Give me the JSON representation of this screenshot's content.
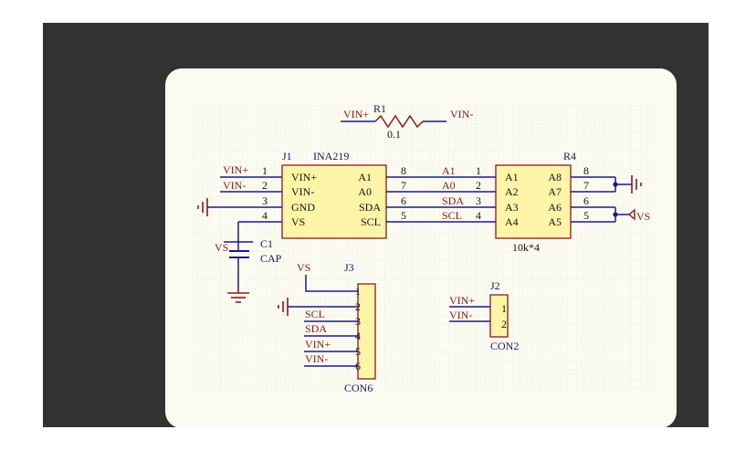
{
  "colors": {
    "frame": "#323232",
    "sheet": "#fcfbf2",
    "wire": "#1a1a8c",
    "chip": "#fff5a8",
    "net_label": "#8b1a1a",
    "power": "#8b1a1a"
  },
  "r1": {
    "ref": "R1",
    "value": "0.1",
    "left_net": "VIN+",
    "right_net": "VIN-"
  },
  "j1": {
    "ref": "J1",
    "value": "INA219",
    "left_pins": [
      {
        "num": "1",
        "name": "VIN+",
        "net": "VIN+"
      },
      {
        "num": "2",
        "name": "VIN-",
        "net": "VIN-"
      },
      {
        "num": "3",
        "name": "GND",
        "net": ""
      },
      {
        "num": "4",
        "name": "VS",
        "net": ""
      }
    ],
    "right_pins": [
      {
        "num": "8",
        "name": "A1",
        "net": "A1"
      },
      {
        "num": "7",
        "name": "A0",
        "net": "A0"
      },
      {
        "num": "6",
        "name": "SDA",
        "net": "SDA"
      },
      {
        "num": "5",
        "name": "SCL",
        "net": "SCL"
      }
    ]
  },
  "r4": {
    "ref": "R4",
    "value": "10k*4",
    "left_pins": [
      {
        "num": "1",
        "name": "A1"
      },
      {
        "num": "2",
        "name": "A2"
      },
      {
        "num": "3",
        "name": "A3"
      },
      {
        "num": "4",
        "name": "A4"
      }
    ],
    "right_pins": [
      {
        "num": "8",
        "name": "A8"
      },
      {
        "num": "7",
        "name": "A7"
      },
      {
        "num": "6",
        "name": "A6"
      },
      {
        "num": "5",
        "name": "A5"
      }
    ],
    "vs_net": "VS"
  },
  "c1": {
    "ref": "C1",
    "value": "CAP",
    "net": "VS"
  },
  "j3": {
    "ref": "J3",
    "value": "CON6",
    "pins": [
      {
        "num": "1",
        "net": "VS"
      },
      {
        "num": "2",
        "net": ""
      },
      {
        "num": "3",
        "net": "SCL"
      },
      {
        "num": "4",
        "net": "SDA"
      },
      {
        "num": "5",
        "net": "VIN+"
      },
      {
        "num": "6",
        "net": "VIN-"
      }
    ]
  },
  "j2": {
    "ref": "J2",
    "value": "CON2",
    "pins": [
      {
        "num": "1",
        "net": "VIN+"
      },
      {
        "num": "2",
        "net": "VIN-"
      }
    ]
  }
}
